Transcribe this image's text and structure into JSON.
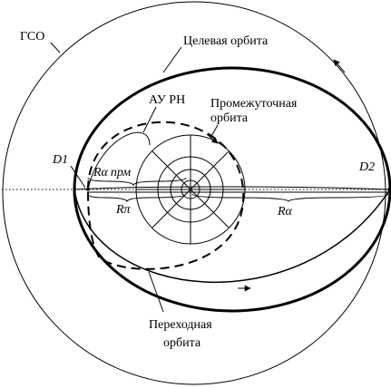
{
  "labels": {
    "gso": "ГСО",
    "target_orbit": "Целевая орбита",
    "au_rn": "АУ РН",
    "intermediate_orbit_line1": "Промежуточная",
    "intermediate_orbit_line2": "орбита",
    "d1": "D1",
    "d2": "D2",
    "r_alpha_prm_symbol": "Rα",
    "r_alpha_prm_sub": "прм",
    "r_pi": "Rπ",
    "r_alpha": "Rα",
    "transfer_orbit_line1": "Переходная",
    "transfer_orbit_line2": "орбита"
  }
}
